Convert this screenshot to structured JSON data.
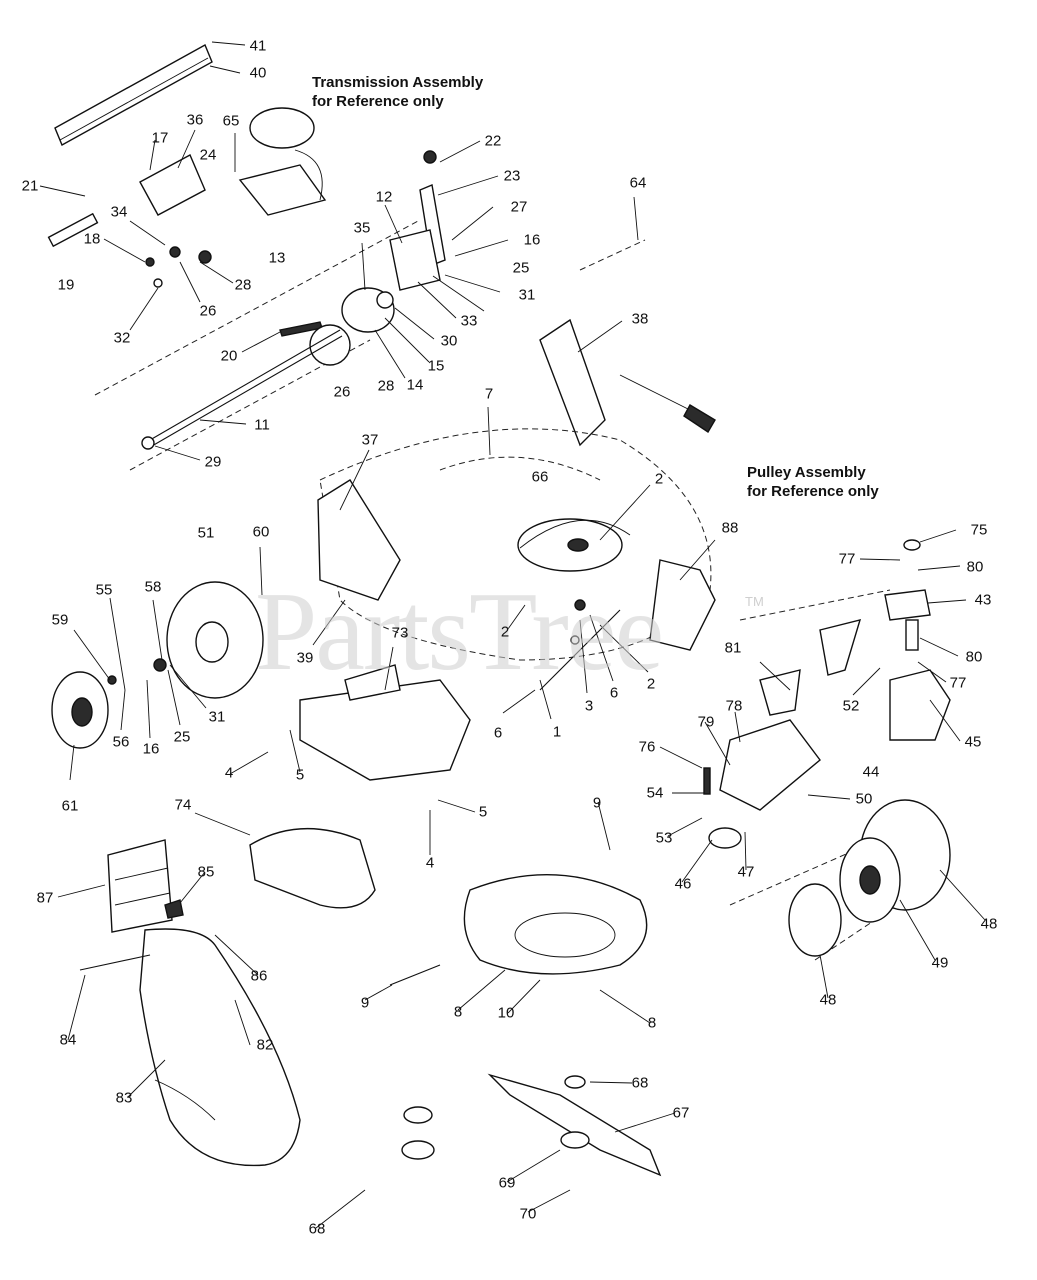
{
  "watermark": "PartsTree",
  "trademark": "TM",
  "captions": {
    "transmission_line1": "Transmission Assembly",
    "transmission_line2": "for Reference only",
    "pulley_line1": "Pulley Assembly",
    "pulley_line2": "for Reference only"
  },
  "callouts": [
    "41",
    "40",
    "36",
    "17",
    "24",
    "65",
    "21",
    "34",
    "18",
    "19",
    "13",
    "28",
    "26",
    "32",
    "22",
    "23",
    "12",
    "27",
    "16",
    "25",
    "31",
    "33",
    "35",
    "30",
    "20",
    "15",
    "14",
    "11",
    "29",
    "64",
    "38",
    "7",
    "37",
    "66",
    "2",
    "88",
    "51",
    "60",
    "55",
    "58",
    "59",
    "56",
    "16b",
    "25b",
    "31b",
    "61",
    "39",
    "73",
    "6",
    "3",
    "1",
    "81",
    "52",
    "75",
    "77",
    "80",
    "43",
    "77b",
    "45",
    "79",
    "78",
    "76",
    "54",
    "53",
    "46",
    "47",
    "44",
    "50",
    "48",
    "49",
    "48b",
    "4",
    "5",
    "5b",
    "4b",
    "74",
    "87",
    "85",
    "86",
    "84",
    "82",
    "83",
    "9",
    "9b",
    "8",
    "10",
    "8b",
    "68",
    "67",
    "69",
    "70",
    "68b",
    "26b",
    "28b",
    "2b",
    "6b",
    "2c",
    "80b"
  ],
  "labels": {
    "41": "41",
    "40": "40",
    "36": "36",
    "17": "17",
    "24": "24",
    "65": "65",
    "21": "21",
    "34": "34",
    "18": "18",
    "19": "19",
    "13": "13",
    "28": "28",
    "26": "26",
    "32": "32",
    "22": "22",
    "23": "23",
    "12": "12",
    "27": "27",
    "16": "16",
    "25": "25",
    "31": "31",
    "33": "33",
    "35": "35",
    "30": "30",
    "20": "20",
    "15": "15",
    "14": "14",
    "11": "11",
    "29": "29",
    "64": "64",
    "38": "38",
    "7": "7",
    "37": "37",
    "66": "66",
    "2": "2",
    "88": "88",
    "51": "51",
    "60": "60",
    "55": "55",
    "58": "58",
    "59": "59",
    "56": "56",
    "16b": "16",
    "25b": "25",
    "31b": "31",
    "61": "61",
    "39": "39",
    "73": "73",
    "6": "6",
    "3": "3",
    "1": "1",
    "81": "81",
    "52": "52",
    "75": "75",
    "77": "77",
    "80": "80",
    "43": "43",
    "77b": "77",
    "45": "45",
    "79": "79",
    "78": "78",
    "76": "76",
    "54": "54",
    "53": "53",
    "46": "46",
    "47": "47",
    "44": "44",
    "50": "50",
    "48": "48",
    "49": "49",
    "48b": "48",
    "4": "4",
    "5": "5",
    "5b": "5",
    "4b": "4",
    "74": "74",
    "87": "87",
    "85": "85",
    "86": "86",
    "84": "84",
    "82": "82",
    "83": "83",
    "9": "9",
    "9b": "9",
    "8": "8",
    "10": "10",
    "8b": "8",
    "68": "68",
    "67": "67",
    "69": "69",
    "70": "70",
    "68b": "68",
    "26b": "26",
    "28b": "28",
    "2b": "2",
    "6b": "6",
    "2c": "2",
    "80b": "80"
  }
}
